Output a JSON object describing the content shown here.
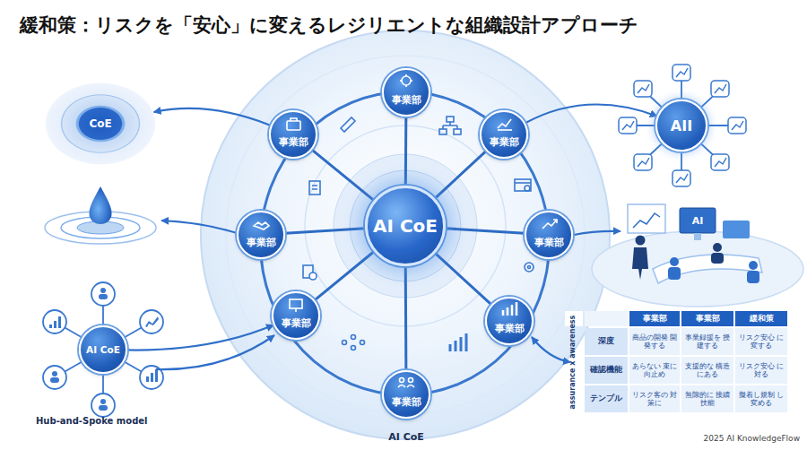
{
  "diagram": {
    "title": "緩和策：リスクを「安心」に変えるレジリエントな組織設計アプローチ",
    "nodes": [
      {
        "text": [
          "CoE"
        ]
      },
      {
        "text": [
          "AI CoE"
        ]
      },
      {
        "text": [
          "事業部"
        ]
      },
      {
        "text": [
          "事業部"
        ]
      },
      {
        "text": [
          "事業部"
        ]
      },
      {
        "text": [
          "事業部"
        ]
      },
      {
        "text": [
          "事業部"
        ]
      },
      {
        "text": [
          "事業部"
        ]
      },
      {
        "text": [
          "事業部"
        ]
      },
      {
        "text": [
          "事業部"
        ]
      },
      {
        "text": [
          "AI CoE"
        ]
      },
      {
        "text": [
          "AII"
        ]
      }
    ],
    "edges": [
      {
        "from": 1,
        "to": 2,
        "arrow": "none"
      },
      {
        "from": 1,
        "to": 3,
        "arrow": "none"
      },
      {
        "from": 1,
        "to": 4,
        "arrow": "none"
      },
      {
        "from": 1,
        "to": 5,
        "arrow": "none"
      },
      {
        "from": 1,
        "to": 6,
        "arrow": "none"
      },
      {
        "from": 1,
        "to": 7,
        "arrow": "none"
      },
      {
        "from": 1,
        "to": 8,
        "arrow": "none"
      },
      {
        "from": 1,
        "to": 9,
        "arrow": "none"
      },
      {
        "from": 9,
        "to": 0,
        "arrow": "to"
      },
      {
        "from": 10,
        "to": 7,
        "arrow": "to"
      },
      {
        "from": 3,
        "to": 11,
        "arrow": "to"
      }
    ],
    "labels": [
      "AI CoE",
      "Hub-and-Spoke model",
      "AI",
      "assurance x awareness",
      "事業部",
      "事業部",
      "緩和策",
      "深度",
      "商品の開発 開発する",
      "事業録援を 授建する",
      "リスク安心 に変する",
      "確認機能",
      "あらない 束に向止め",
      "支援的な 構造にある",
      "リスク安心 に対る",
      "テンプル",
      "リスク客の 対策に",
      "無隙的に 接續技能",
      "擬着し規制 し変める",
      "2025 AI KnowledgeFlow"
    ]
  }
}
